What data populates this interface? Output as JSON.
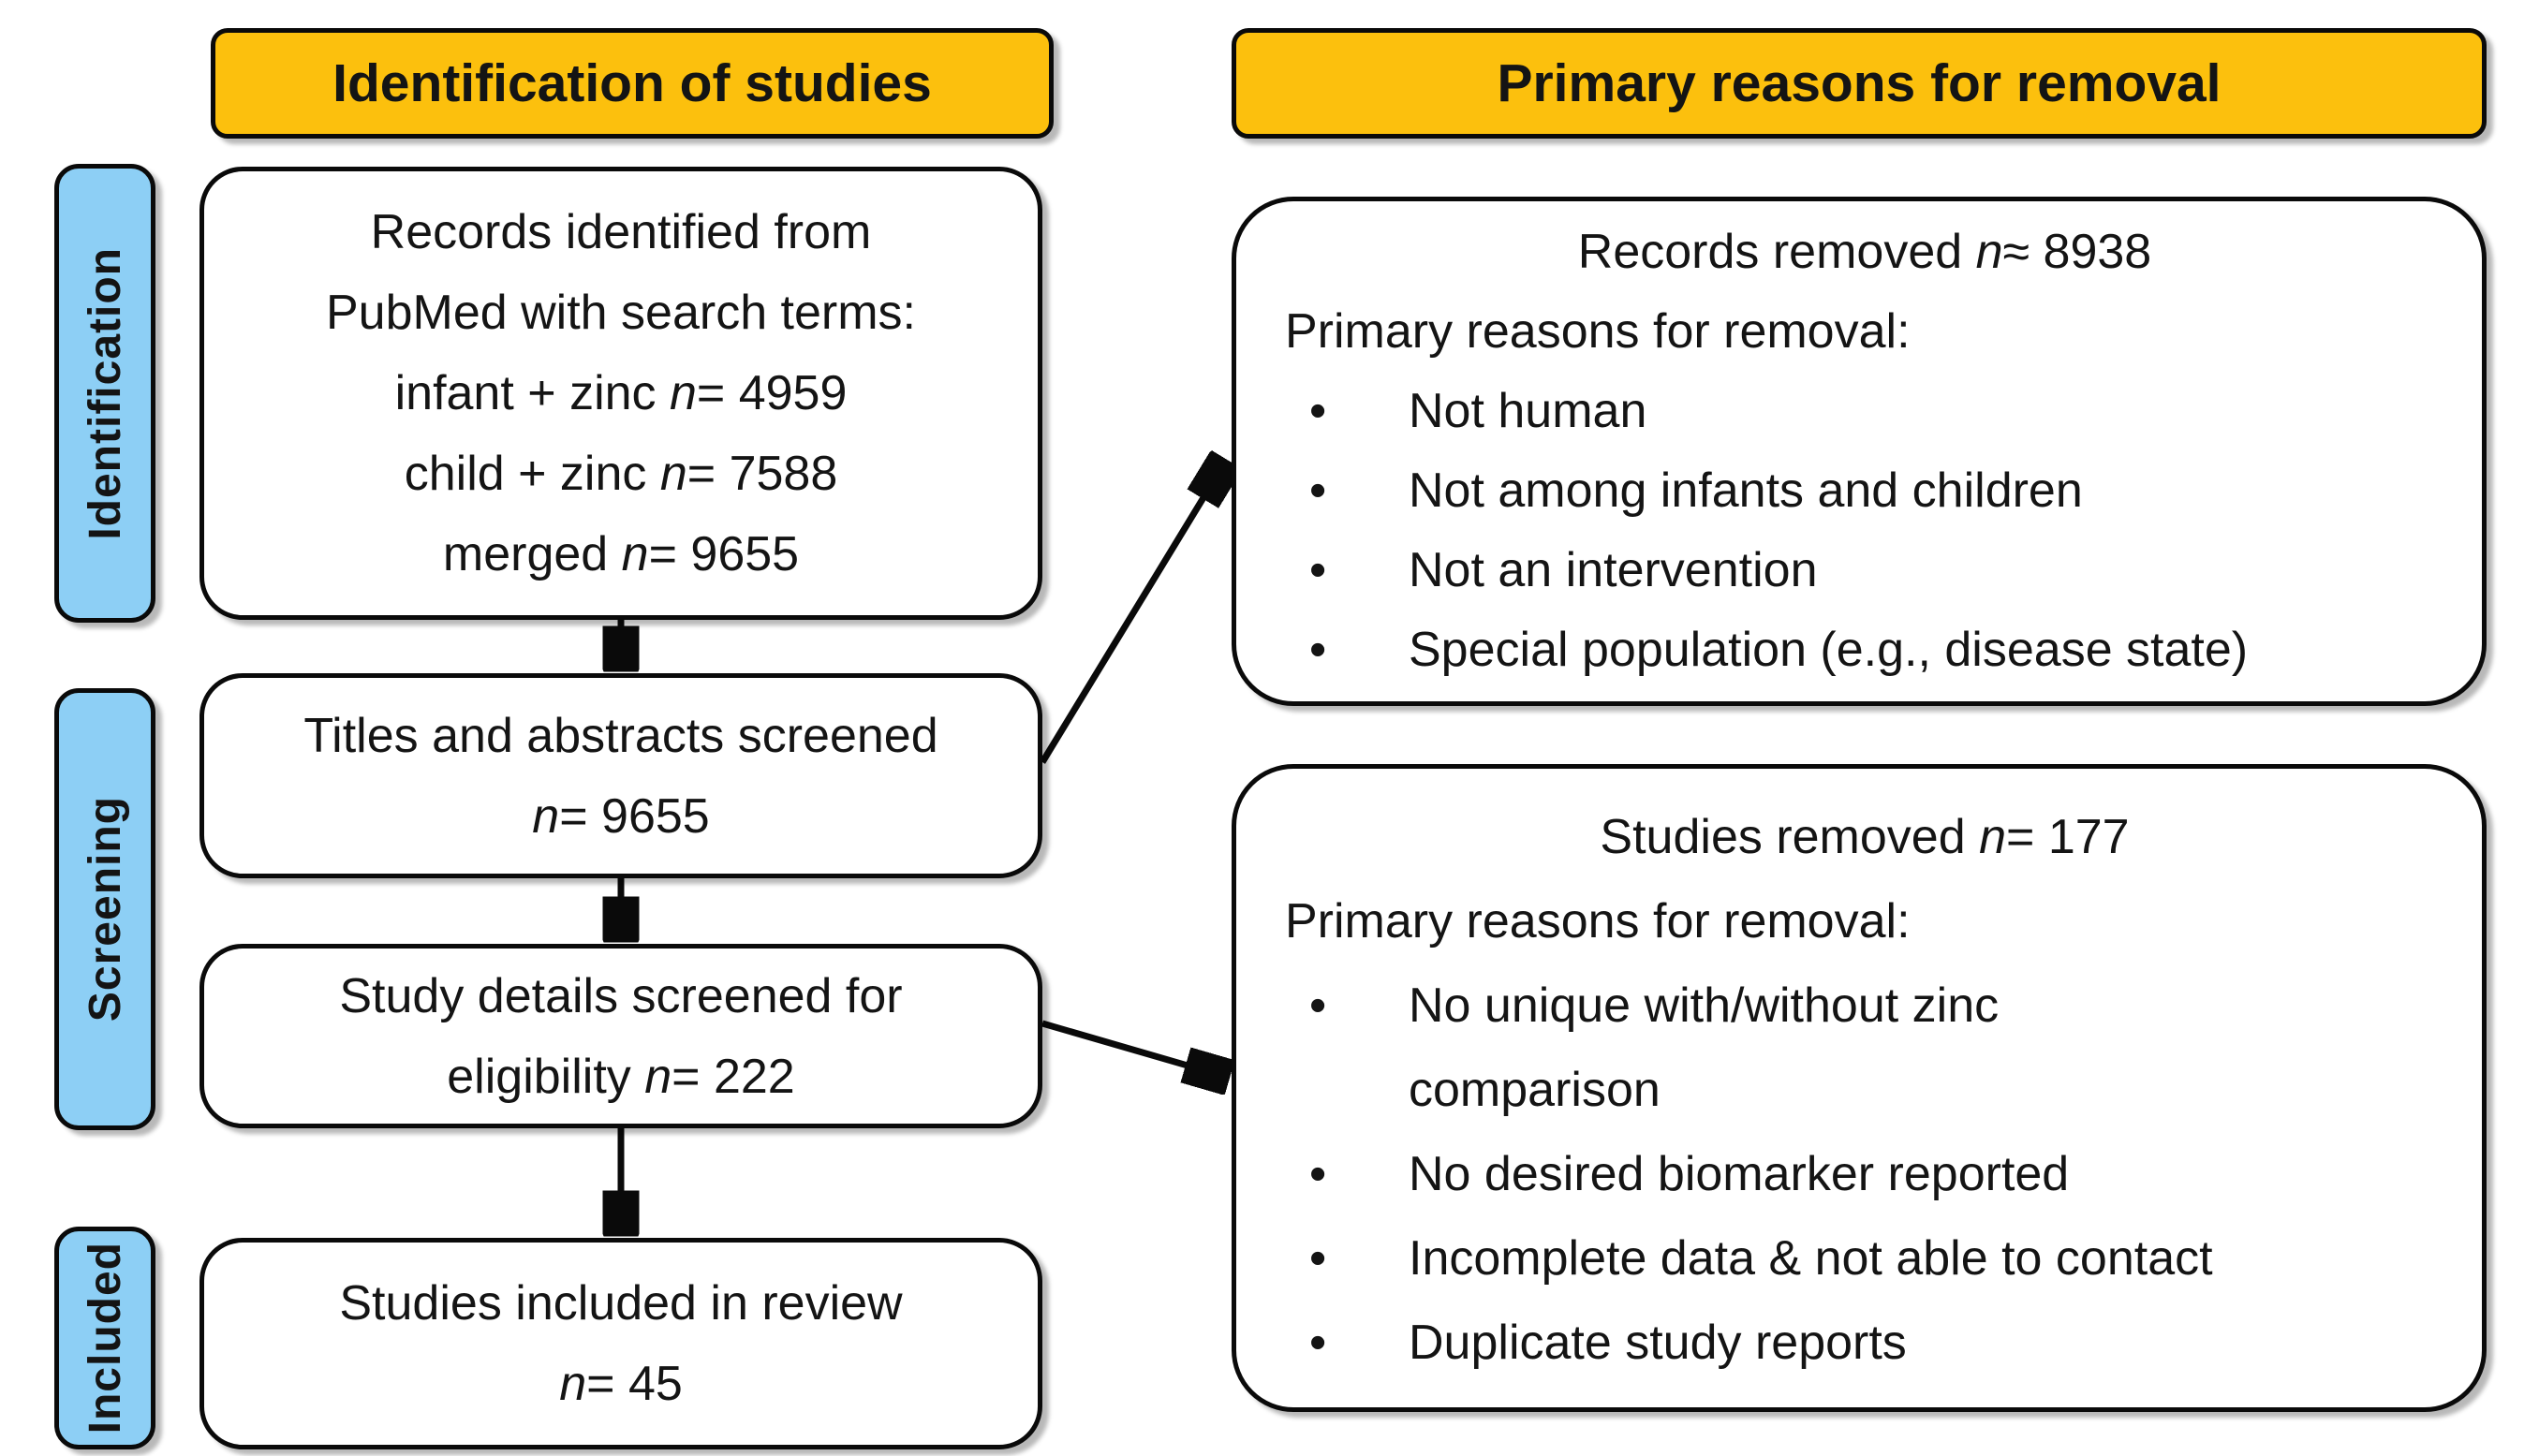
{
  "colors": {
    "header_fill": "#FCC00D",
    "stage_fill": "#8DCFF5",
    "box_fill": "#FFFFFF",
    "line_color": "#0A0A0A",
    "text_color": "#141414"
  },
  "headers": {
    "left": "Identification of studies",
    "right": "Primary reasons for removal"
  },
  "stages": [
    {
      "label": "Identification"
    },
    {
      "label": "Screening"
    },
    {
      "label": "Included"
    }
  ],
  "flow_boxes": {
    "records_identified": {
      "lines": [
        [
          "Records identified from"
        ],
        [
          "PubMed with search terms:"
        ],
        [
          "infant + zinc ",
          {
            "t": "n",
            "italic": true
          },
          "= 4959"
        ],
        [
          "child + zinc ",
          {
            "t": "n",
            "italic": true
          },
          "= 7588"
        ],
        [
          "merged ",
          {
            "t": "n",
            "italic": true
          },
          "= 9655"
        ]
      ]
    },
    "titles_screened": {
      "lines": [
        [
          "Titles and abstracts screened"
        ],
        [
          {
            "t": "n",
            "italic": true
          },
          "= 9655"
        ]
      ]
    },
    "details_screened": {
      "lines": [
        [
          "Study details screened for"
        ],
        [
          "eligibility ",
          {
            "t": "n",
            "italic": true
          },
          "= 222"
        ]
      ]
    },
    "included_review": {
      "lines": [
        [
          "Studies included in review"
        ],
        [
          {
            "t": "n",
            "italic": true
          },
          "= 45"
        ]
      ]
    }
  },
  "removal_boxes": {
    "records_removed": {
      "title_lines": [
        [
          "Records removed ",
          {
            "t": "n",
            "italic": true
          },
          "≈ 8938"
        ]
      ],
      "subtitle": "Primary reasons for removal:",
      "bullets": [
        "Not human",
        "Not among infants and children",
        "Not an intervention",
        "Special population (e.g., disease state)"
      ]
    },
    "studies_removed": {
      "title_lines": [
        [
          "Studies removed ",
          {
            "t": "n",
            "italic": true
          },
          "= 177"
        ]
      ],
      "subtitle": "Primary reasons for removal:",
      "bullets": [
        [
          "No unique with/without zinc",
          "comparison"
        ],
        "No desired biomarker reported",
        "Incomplete data & not able to contact",
        "Duplicate study reports"
      ]
    }
  }
}
